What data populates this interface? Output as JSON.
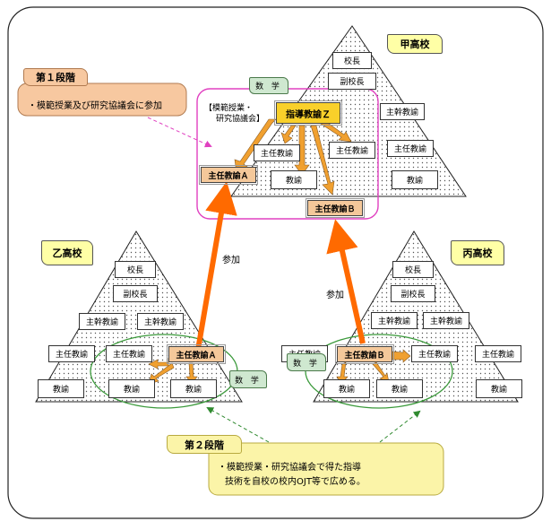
{
  "colors": {
    "arrow_orange": "#ff6a00",
    "arrow_small": "#f7b24d",
    "pink_border": "#e040c0",
    "green_ellipse": "#3b9a3b",
    "stage1_bg": "#f7c8a0",
    "stage2_bg": "#fbf4a8",
    "school_label_bg": "#ffffa6",
    "orange_box_bg": "#f4c89a",
    "subject_bg": "#cfe8d0"
  },
  "stage1": {
    "title": "第１段階",
    "desc": "・模範授業及び研究協議会に参加"
  },
  "stage2": {
    "title": "第２段階",
    "desc_line1": "・模範授業・研究協議会で得た指導",
    "desc_line2": "技術を自校の校内OJT等で広める。"
  },
  "ko_school": {
    "name": "甲高校",
    "principal": "校長",
    "vice": "副校長",
    "chief_senior": "主幹教諭",
    "chief1": "主任教諭",
    "chief2": "主任教諭",
    "chief3": "主任教諭",
    "teacher1": "教諭",
    "teacher2": "教諭",
    "guide": "指導教諭Ｚ",
    "session_line1": "【模範授業・",
    "session_line2": "研究協議会】",
    "subject": "数 学",
    "chief_a": "主任教諭Ａ",
    "chief_b": "主任教諭Ｂ"
  },
  "otsu_school": {
    "name": "乙高校",
    "principal": "校長",
    "vice": "副校長",
    "chief_senior1": "主幹教諭",
    "chief_senior2": "主幹教諭",
    "chief1": "主任教諭",
    "chief2": "主任教諭",
    "chief_a": "主任教諭Ａ",
    "teacher1": "教諭",
    "teacher2": "教諭",
    "teacher3": "教諭",
    "subject": "数 学"
  },
  "hei_school": {
    "name": "丙高校",
    "principal": "校長",
    "vice": "副校長",
    "chief_senior1": "主幹教諭",
    "chief_senior2": "主幹教諭",
    "chief1": "主任教諭",
    "chief_b": "主任教諭Ｂ",
    "chief2": "主任教諭",
    "chief3": "主任教諭",
    "teacher1": "教諭",
    "teacher2": "教諭",
    "teacher3": "教諭",
    "subject": "数 学"
  },
  "participate_label": "参加"
}
